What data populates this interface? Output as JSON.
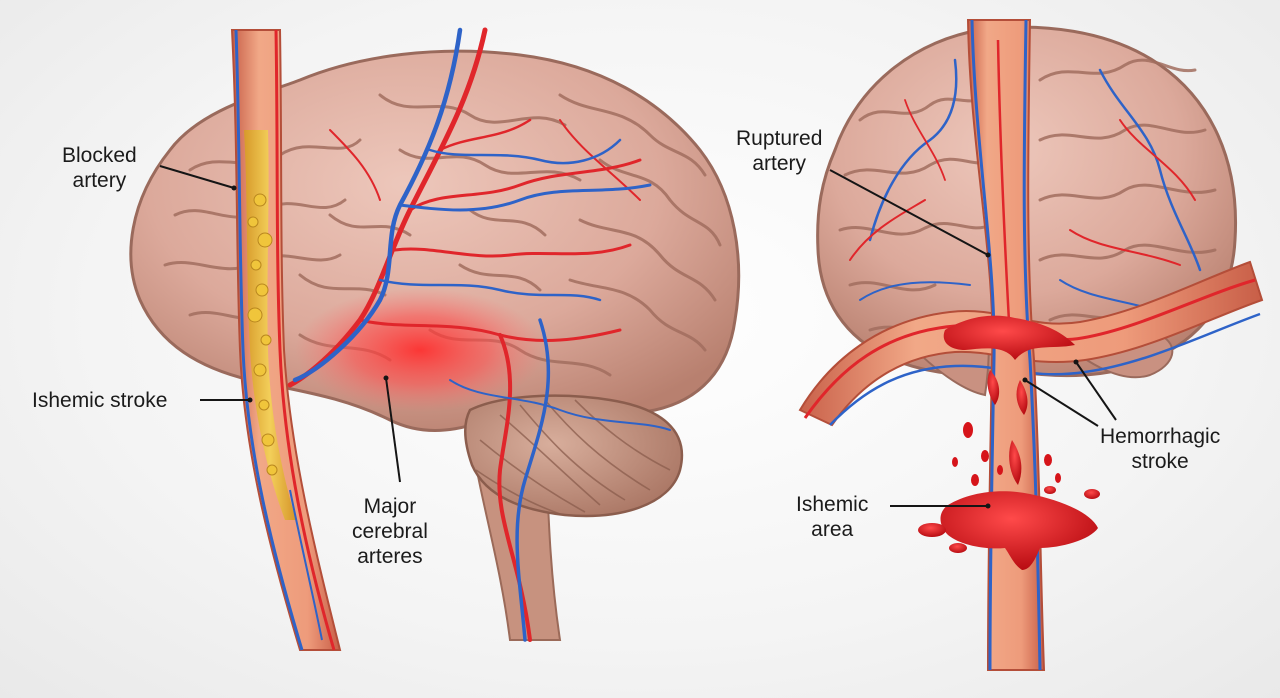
{
  "labels": {
    "blocked_artery": [
      "Blocked",
      "artery"
    ],
    "ishemic_stroke": "Ishemic stroke",
    "major_cerebral_arteres": [
      "Major",
      "cerebral",
      "arteres"
    ],
    "ruptured_artery": [
      "Ruptured",
      "artery"
    ],
    "hemorrhagic_stroke": [
      "Hemorrhagic",
      "stroke"
    ],
    "ishemic_area": [
      "Ishemic",
      "area"
    ]
  },
  "colors": {
    "brain": "#d9a79a",
    "brain_shadow": "#b97f70",
    "artery_red": "#e0262b",
    "vein_blue": "#2e63c8",
    "vessel_wall": "#eb9878",
    "plaque": "#e9be3c",
    "blood": "#d6141a",
    "leader": "#151515"
  }
}
